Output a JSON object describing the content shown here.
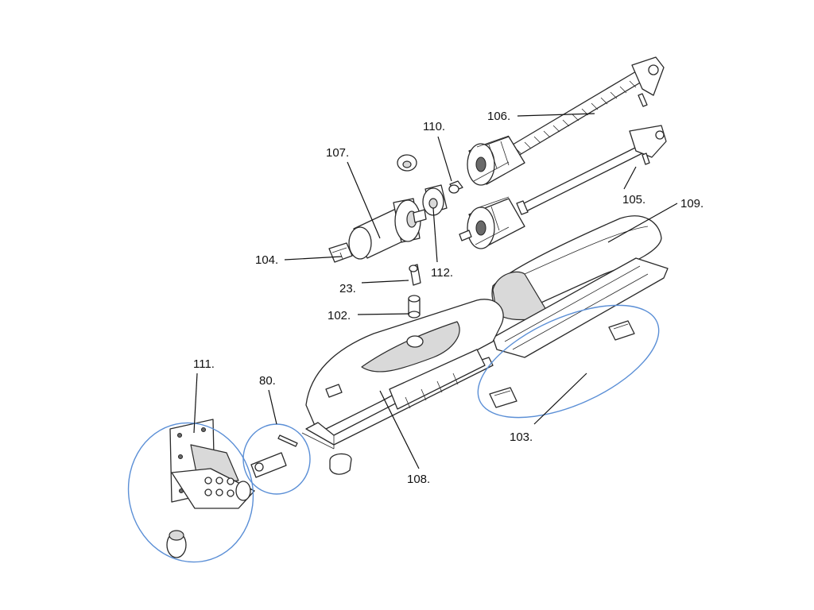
{
  "labels": {
    "p106": "106.",
    "p110": "110.",
    "p107": "107.",
    "p105": "105.",
    "p109": "109.",
    "p104": "104.",
    "p112": "112.",
    "p23": "23.",
    "p102": "102.",
    "p111": "111.",
    "p80": "80.",
    "p103": "103.",
    "p108": "108."
  },
  "colors": {
    "highlight_circle": "#5b8fd6",
    "line": "#111111",
    "part_shade": "#d9d9d9"
  }
}
